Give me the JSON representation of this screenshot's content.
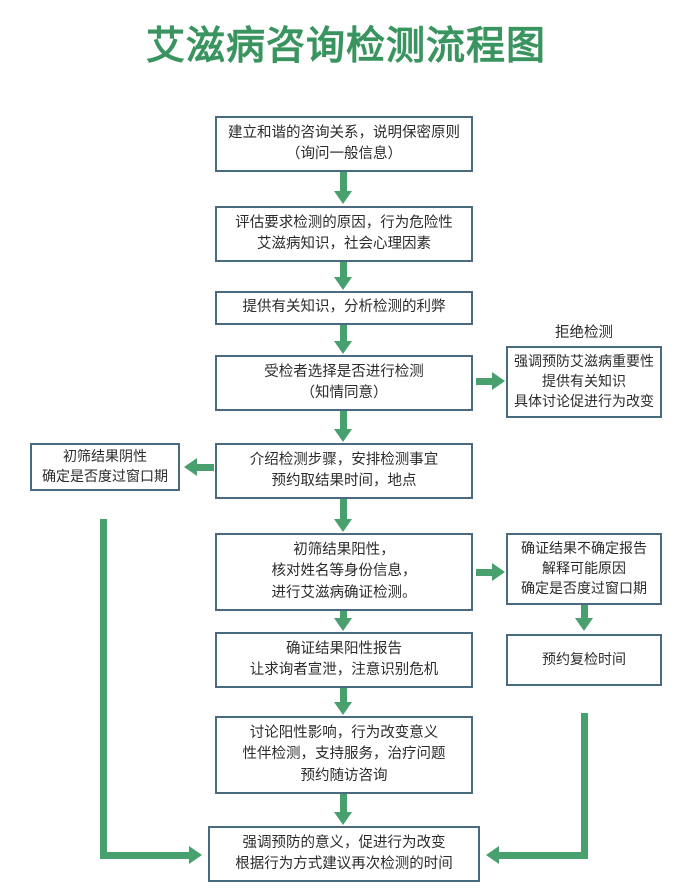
{
  "title": "艾滋病咨询检测流程图",
  "colors": {
    "title": "#3a9460",
    "arrow": "#47a06d",
    "box_border": "#4a6a80",
    "text": "#2b2b2b",
    "background": "#ffffff"
  },
  "labels": {
    "refuse_test": "拒绝检测"
  },
  "nodes": {
    "n1": {
      "lines": [
        "建立和谐的咨询关系，说明保密原则",
        "（询问一般信息）"
      ]
    },
    "n2": {
      "lines": [
        "评估要求检测的原因，行为危险性",
        "艾滋病知识，社会心理因素"
      ]
    },
    "n3": {
      "lines": [
        "提供有关知识，分析检测的利弊"
      ]
    },
    "n4": {
      "lines": [
        "受检者选择是否进行检测",
        "（知情同意）"
      ]
    },
    "n5": {
      "lines": [
        "介绍检测步骤，安排检测事宜",
        "预约取结果时间，地点"
      ]
    },
    "n6": {
      "lines": [
        "初筛结果阳性，",
        "核对姓名等身份信息，",
        "进行艾滋病确证检测。"
      ]
    },
    "n7": {
      "lines": [
        "确证结果阳性报告",
        "让求询者宣泄，注意识别危机"
      ]
    },
    "n8": {
      "lines": [
        "讨论阳性影响，行为改变意义",
        "性伴检测，支持服务，治疗问题",
        "预约随访咨询"
      ]
    },
    "n9": {
      "lines": [
        "强调预防的意义，促进行为改变",
        "根据行为方式建议再次检测的时间"
      ]
    },
    "left1": {
      "lines": [
        "初筛结果阴性",
        "确定是否度过窗口期"
      ]
    },
    "right1": {
      "lines": [
        "强调预防艾滋病重要性",
        "提供有关知识",
        "具体讨论促进行为改变"
      ]
    },
    "right2": {
      "lines": [
        "确证结果不确定报告",
        "解释可能原因",
        "确定是否度过窗口期"
      ]
    },
    "right3": {
      "lines": [
        "预约复检时间"
      ]
    }
  }
}
